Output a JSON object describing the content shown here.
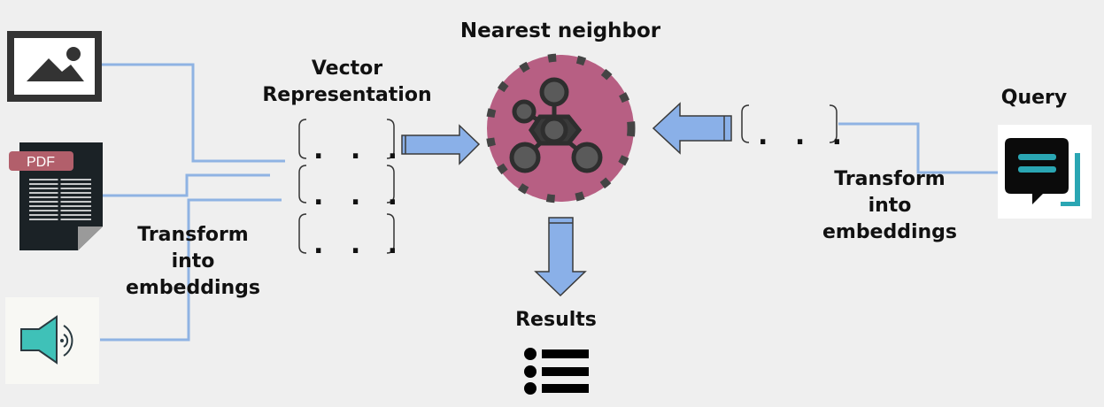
{
  "labels": {
    "nearest_neighbor": "Nearest neighbor",
    "vector_line1": "Vector",
    "vector_line2": "Representation",
    "query": "Query",
    "results": "Results",
    "transform_left_1": "Transform",
    "transform_left_2": "into",
    "transform_left_3": "embeddings",
    "transform_right_1": "Transform",
    "transform_right_2": "into",
    "transform_right_3": "embeddings",
    "pdf_badge": "PDF"
  },
  "vector_placeholders": [
    ". . .",
    ". . .",
    ". . ."
  ],
  "query_placeholder": ". . .",
  "icons": [
    "image-icon",
    "pdf-icon",
    "audio-icon",
    "query-chat-icon",
    "network-node-icon",
    "results-list-icon"
  ],
  "colors": {
    "background": "#efefef",
    "connector": "#8fb3e3",
    "arrow_fill": "#8ab0e8",
    "arrow_stroke": "#3a3a3a",
    "nn_circle": "#b75f83",
    "nn_dash": "#444444",
    "pdf_badge": "#b25f6b",
    "query_teal": "#2aa6b3",
    "audio_teal": "#3fc1b8"
  }
}
